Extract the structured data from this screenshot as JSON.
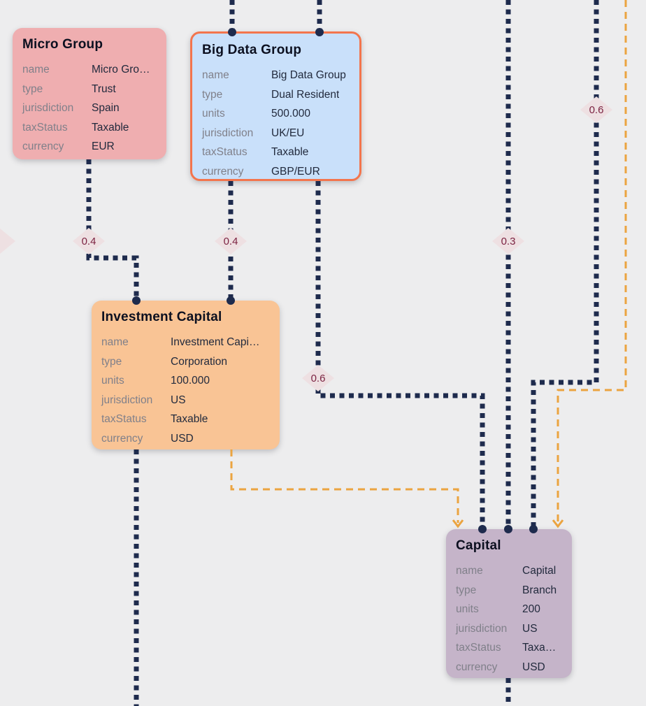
{
  "canvas": {
    "background_color": "#ededee"
  },
  "nodes": [
    {
      "id": "micro-group",
      "title": "Micro Group",
      "color": "#efaeb0",
      "fields": [
        {
          "label": "name",
          "value": "Micro Gro…"
        },
        {
          "label": "type",
          "value": "Trust"
        },
        {
          "label": "jurisdiction",
          "value": "Spain"
        },
        {
          "label": "taxStatus",
          "value": "Taxable"
        },
        {
          "label": "currency",
          "value": "EUR"
        }
      ]
    },
    {
      "id": "big-data-group",
      "title": "Big Data Group",
      "color": "#c9e0fa",
      "border_color": "#f3754d",
      "fields": [
        {
          "label": "name",
          "value": "Big Data Group"
        },
        {
          "label": "type",
          "value": "Dual Resident"
        },
        {
          "label": "units",
          "value": "500.000"
        },
        {
          "label": "jurisdiction",
          "value": "UK/EU"
        },
        {
          "label": "taxStatus",
          "value": "Taxable"
        },
        {
          "label": "currency",
          "value": "GBP/EUR"
        }
      ]
    },
    {
      "id": "investment-capital",
      "title": "Investment Capital",
      "color": "#f9c495",
      "fields": [
        {
          "label": "name",
          "value": "Investment Capi…"
        },
        {
          "label": "type",
          "value": "Corporation"
        },
        {
          "label": "units",
          "value": "100.000"
        },
        {
          "label": "jurisdiction",
          "value": "US"
        },
        {
          "label": "taxStatus",
          "value": "Taxable"
        },
        {
          "label": "currency",
          "value": "USD"
        }
      ]
    },
    {
      "id": "capital",
      "title": "Capital",
      "color": "#c5b4c9",
      "fields": [
        {
          "label": "name",
          "value": "Capital"
        },
        {
          "label": "type",
          "value": "Branch"
        },
        {
          "label": "units",
          "value": "200"
        },
        {
          "label": "jurisdiction",
          "value": "US"
        },
        {
          "label": "taxStatus",
          "value": "Taxa…"
        },
        {
          "label": "currency",
          "value": "USD"
        }
      ]
    }
  ],
  "edge_labels": [
    {
      "value": "0.4"
    },
    {
      "value": "0.4"
    },
    {
      "value": "0.3"
    },
    {
      "value": "0.6"
    },
    {
      "value": "0.6"
    },
    {
      "value": ""
    }
  ],
  "colors": {
    "edge_solid": "#1e2b4d",
    "edge_dashed": "#eba440",
    "edge_label_bg": "#eee0e2",
    "edge_label_text": "#7c2342"
  }
}
